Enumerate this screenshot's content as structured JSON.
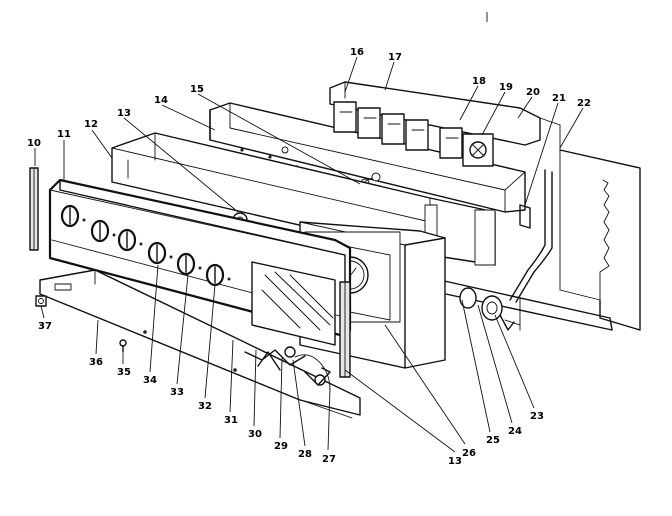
{
  "callouts": {
    "c10": "10",
    "c11": "11",
    "c12": "12",
    "c13": "13",
    "c14": "14",
    "c15": "15",
    "c16": "16",
    "c17": "17",
    "c18": "18",
    "c19": "19",
    "c20": "20",
    "c21": "21",
    "c22": "22",
    "c23": "23",
    "c24": "24",
    "c25": "25",
    "c26": "26",
    "c27": "27",
    "c28": "28",
    "c29": "29",
    "c30": "30",
    "c31": "31",
    "c32": "32",
    "c33": "33",
    "c34": "34",
    "c35": "35",
    "c36": "36",
    "c37": "37",
    "c13b": "13"
  }
}
